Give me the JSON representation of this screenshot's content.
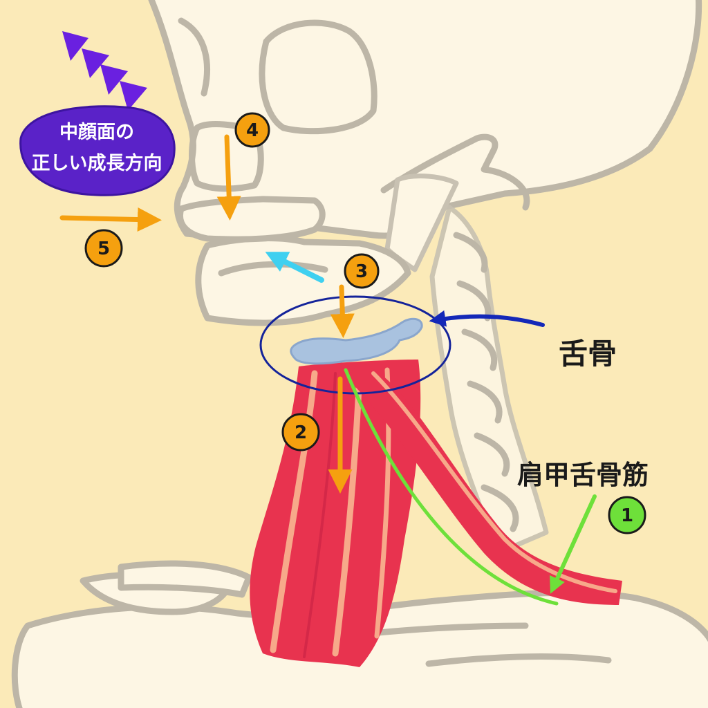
{
  "labels": {
    "hyoid": "舌骨",
    "omohyoid": "肩甲舌骨筋"
  },
  "callout": {
    "line1": "中顔面の",
    "line2": "正しい成長方向"
  },
  "markers": {
    "m1": "1",
    "m2": "2",
    "m3": "3",
    "m4": "4",
    "m5": "5"
  },
  "colors": {
    "background": "#fbeab8",
    "bone": "#fdf6e4",
    "bone_outline": "#bdb6a7",
    "muscle": "#e8334f",
    "muscle_stripe": "#f7a98a",
    "hyoid_bone": "#a9c2df",
    "orange_arrow": "#f5a00f",
    "green_arrow": "#6ee03a",
    "blue_arrow": "#1428b8",
    "cyan_arrow": "#3fd0f0",
    "callout_fill": "#5a22c8",
    "triangles": "#6a20e0",
    "circle_outline": "#14239a"
  }
}
